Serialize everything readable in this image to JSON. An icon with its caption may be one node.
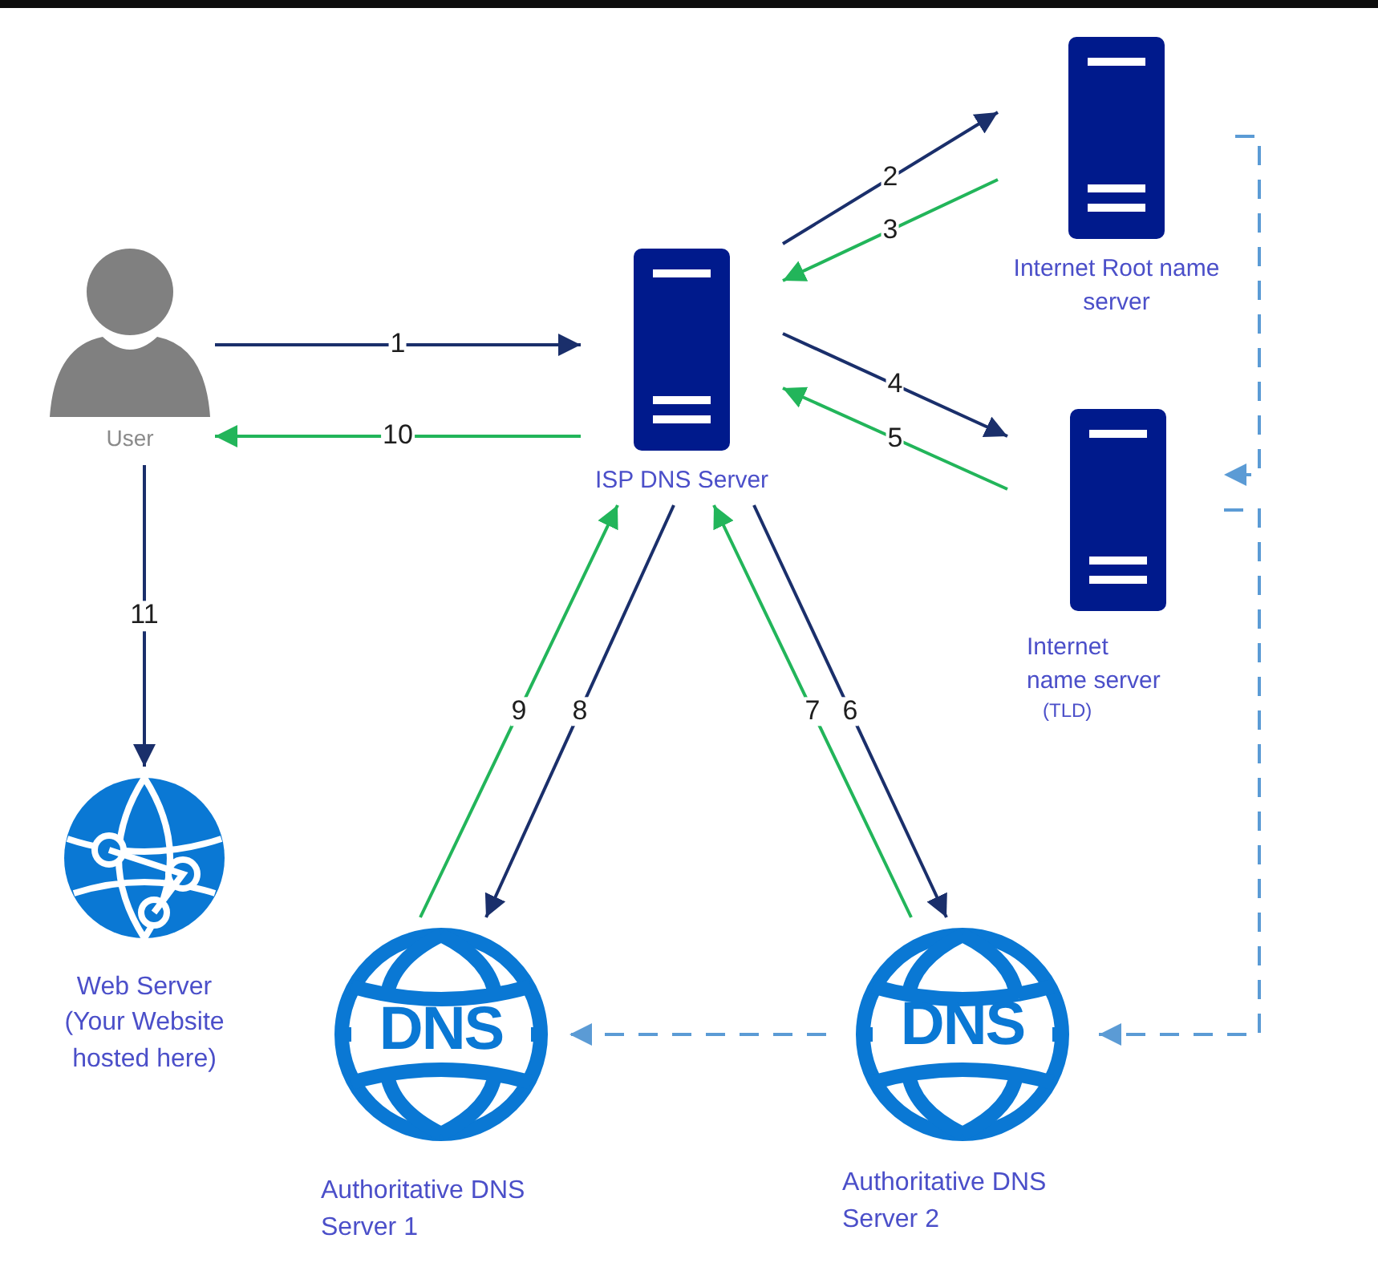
{
  "diagram": {
    "nodes": [
      {
        "text": [
          "User"
        ]
      },
      {
        "text": [
          "ISP DNS Server"
        ]
      },
      {
        "text": [
          "Internet Root name server"
        ]
      },
      {
        "text": [
          "Internet name server",
          "(TLD)"
        ]
      },
      {
        "text": [
          "Web Server",
          "(Your Website hosted here)"
        ]
      },
      {
        "text": [
          "DNS",
          "Authoritative DNS Server 1"
        ]
      },
      {
        "text": [
          "DNS",
          "Authoritative DNS Server 2"
        ]
      }
    ],
    "edges": [
      {
        "from": 0,
        "to": 1,
        "arrow": "to",
        "label": "1"
      },
      {
        "from": 1,
        "to": 2,
        "arrow": "to",
        "label": "2"
      },
      {
        "from": 2,
        "to": 1,
        "arrow": "to",
        "label": "3",
        "color": "#22b55a"
      },
      {
        "from": 1,
        "to": 3,
        "arrow": "to",
        "label": "4"
      },
      {
        "from": 3,
        "to": 1,
        "arrow": "to",
        "label": "5",
        "color": "#22b55a"
      },
      {
        "from": 1,
        "to": 6,
        "arrow": "to",
        "label": "6"
      },
      {
        "from": 6,
        "to": 1,
        "arrow": "to",
        "label": "7",
        "color": "#22b55a"
      },
      {
        "from": 1,
        "to": 5,
        "arrow": "to",
        "label": "8"
      },
      {
        "from": 5,
        "to": 1,
        "arrow": "to",
        "label": "9",
        "color": "#22b55a"
      },
      {
        "from": 1,
        "to": 0,
        "arrow": "to",
        "label": "10",
        "color": "#22b55a"
      },
      {
        "from": 0,
        "to": 4,
        "arrow": "to",
        "label": "11"
      },
      {
        "from": 2,
        "to": 3,
        "arrow": "to",
        "style": "dashed",
        "color": "#5b9bd5"
      },
      {
        "from": 3,
        "to": 6,
        "arrow": "to",
        "style": "dashed",
        "color": "#5b9bd5"
      },
      {
        "from": 6,
        "to": 5,
        "arrow": "to",
        "style": "dashed",
        "color": "#5b9bd5"
      }
    ]
  }
}
